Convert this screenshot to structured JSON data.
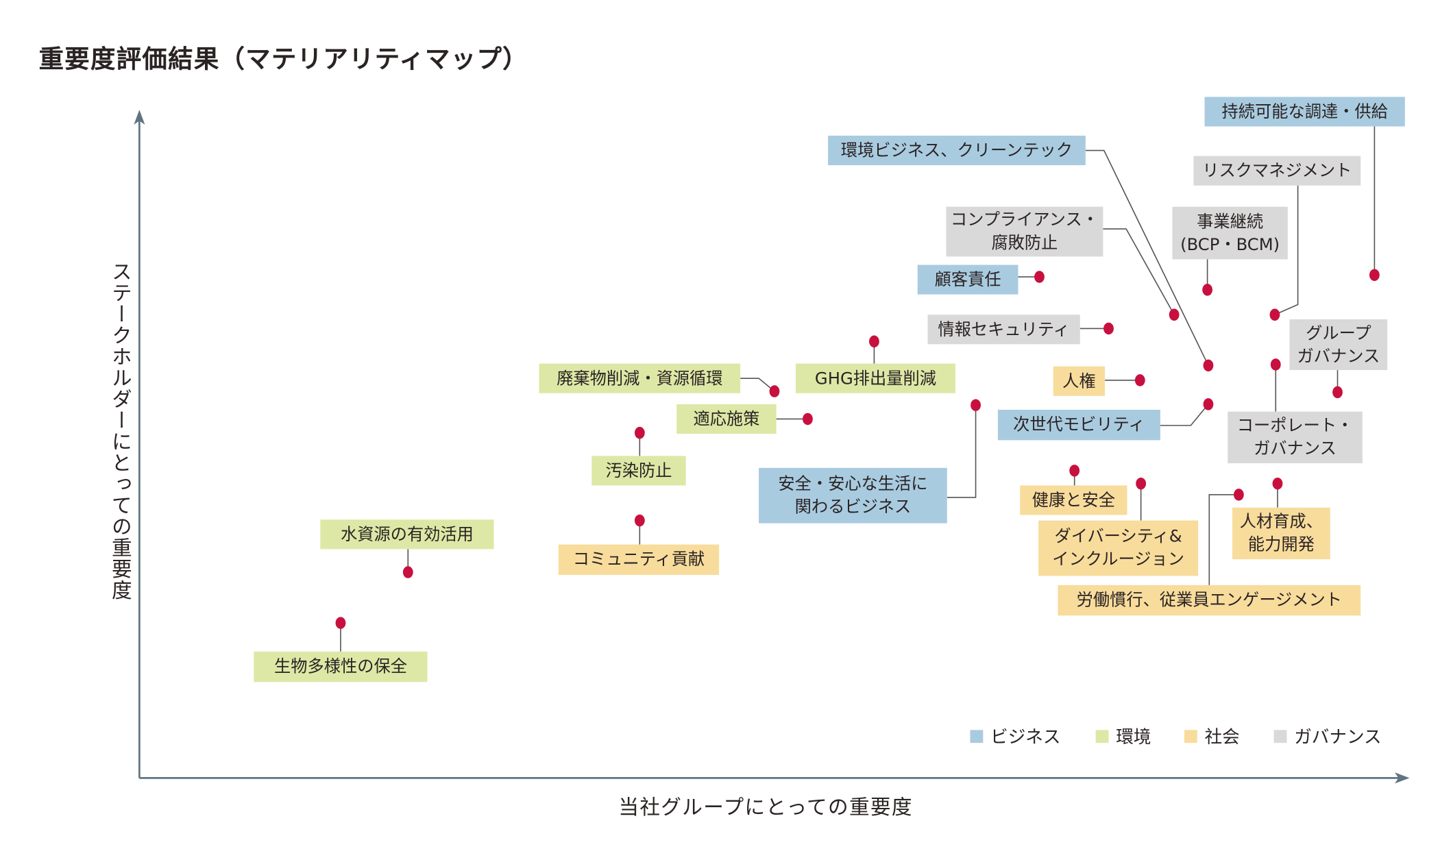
{
  "title": "重要度評価結果（マテリアリティマップ）",
  "chart_data": {
    "type": "scatter",
    "title": "重要度評価結果（マテリアリティマップ）",
    "xlabel": "当社グループにとっての重要度",
    "ylabel": "ステークホルダーにとっての重要度",
    "categories": [
      {
        "key": "business",
        "name": "ビジネス",
        "color": "#a9cbe0"
      },
      {
        "key": "environment",
        "name": "環境",
        "color": "#dde8a6"
      },
      {
        "key": "social",
        "name": "社会",
        "color": "#f8dc9c"
      },
      {
        "key": "governance",
        "name": "ガバナンス",
        "color": "#d9d9d9"
      }
    ],
    "legend_position": "bottom-right",
    "dot_color": "#c8103f",
    "axis_color": "#5f7480",
    "points": [
      {
        "label": "持続可能な調達・供給",
        "category": "business",
        "x": 0.97,
        "y": 0.75
      },
      {
        "label": "環境ビジネス、クリーンテック",
        "category": "business",
        "x": 0.84,
        "y": 0.62
      },
      {
        "label": "リスクマネジメント",
        "category": "governance",
        "x": 0.89,
        "y": 0.69
      },
      {
        "label": "コンプライアンス・\n腐敗防止",
        "category": "governance",
        "x": 0.81,
        "y": 0.69
      },
      {
        "label": "事業継続\n(BCP・BCM)",
        "category": "governance",
        "x": 0.84,
        "y": 0.73
      },
      {
        "label": "顧客責任",
        "category": "business",
        "x": 0.71,
        "y": 0.75
      },
      {
        "label": "情報セキュリティ",
        "category": "governance",
        "x": 0.76,
        "y": 0.67
      },
      {
        "label": "グループ\nガバナンス",
        "category": "governance",
        "x": 0.94,
        "y": 0.58
      },
      {
        "label": "GHG排出量削減",
        "category": "environment",
        "x": 0.58,
        "y": 0.65
      },
      {
        "label": "廃棄物削減・資源循環",
        "category": "environment",
        "x": 0.5,
        "y": 0.58
      },
      {
        "label": "人権",
        "category": "social",
        "x": 0.79,
        "y": 0.6
      },
      {
        "label": "適応施策",
        "category": "environment",
        "x": 0.53,
        "y": 0.54
      },
      {
        "label": "次世代モビリティ",
        "category": "business",
        "x": 0.84,
        "y": 0.56
      },
      {
        "label": "コーポレート・\nガバナンス",
        "category": "governance",
        "x": 0.89,
        "y": 0.62
      },
      {
        "label": "汚染防止",
        "category": "environment",
        "x": 0.39,
        "y": 0.52
      },
      {
        "label": "安全・安心な生活に\n関わるビジネス",
        "category": "business",
        "x": 0.66,
        "y": 0.56
      },
      {
        "label": "健康と安全",
        "category": "social",
        "x": 0.74,
        "y": 0.46
      },
      {
        "label": "ダイバーシティ&\nインクルージョン",
        "category": "social",
        "x": 0.79,
        "y": 0.44
      },
      {
        "label": "人材育成、\n能力開発",
        "category": "social",
        "x": 0.9,
        "y": 0.44
      },
      {
        "label": "労働慣行、従業員エンゲージメント",
        "category": "social",
        "x": 0.87,
        "y": 0.42
      },
      {
        "label": "水資源の有効活用",
        "category": "environment",
        "x": 0.21,
        "y": 0.31
      },
      {
        "label": "コミュニティ貢献",
        "category": "social",
        "x": 0.39,
        "y": 0.38
      },
      {
        "label": "生物多様性の保全",
        "category": "environment",
        "x": 0.16,
        "y": 0.23
      }
    ]
  }
}
